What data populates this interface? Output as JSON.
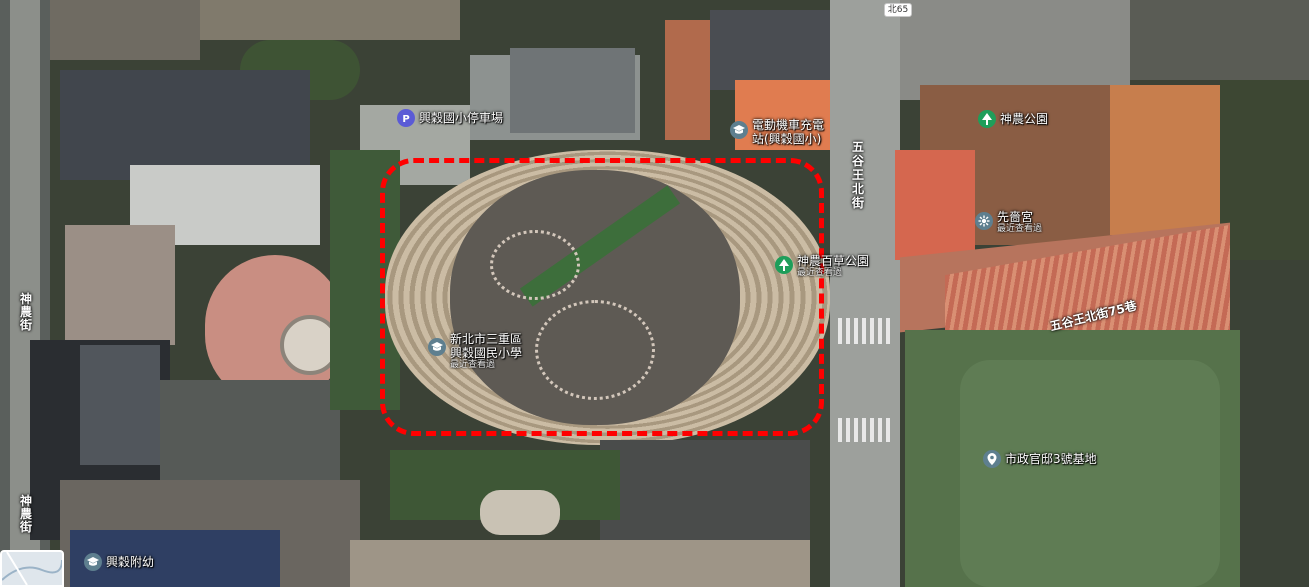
{
  "map": {
    "view": "satellite",
    "road_shield": "北65",
    "roads": {
      "wugu_n_st": "五谷王北街",
      "wugu_n_st_lane75": "五谷王北街75巷",
      "shennong_st": "神農街"
    },
    "places": [
      {
        "name": "興穀國小停車場",
        "icon": "parking-icon",
        "color": "#5b5bd6"
      },
      {
        "name": "電動機車充電站(興穀國小)",
        "line1": "電動機車充電",
        "line2": "站(興穀國小)",
        "icon": "school-icon",
        "color": "#5e7f8f"
      },
      {
        "name": "神農公園",
        "icon": "tree-icon",
        "color": "#1e9e5a"
      },
      {
        "name": "先嗇宮",
        "sub": "最近查看過",
        "icon": "temple-icon",
        "color": "#5e7f8f"
      },
      {
        "name": "神農百草公園",
        "sub": "最近查看過",
        "icon": "tree-icon",
        "color": "#1e9e5a"
      },
      {
        "name": "新北市三重區興穀國民小學",
        "line1": "新北市三重區",
        "line2": "興穀國民小學",
        "sub": "最近查看過",
        "icon": "school-icon",
        "color": "#5e7f8f"
      },
      {
        "name": "市政官邸3號基地",
        "icon": "location-pin-icon",
        "color": "#5e7f8f"
      },
      {
        "name": "興穀附幼",
        "icon": "school-icon",
        "color": "#5e7f8f"
      }
    ],
    "highlight_color": "#ff0000"
  }
}
